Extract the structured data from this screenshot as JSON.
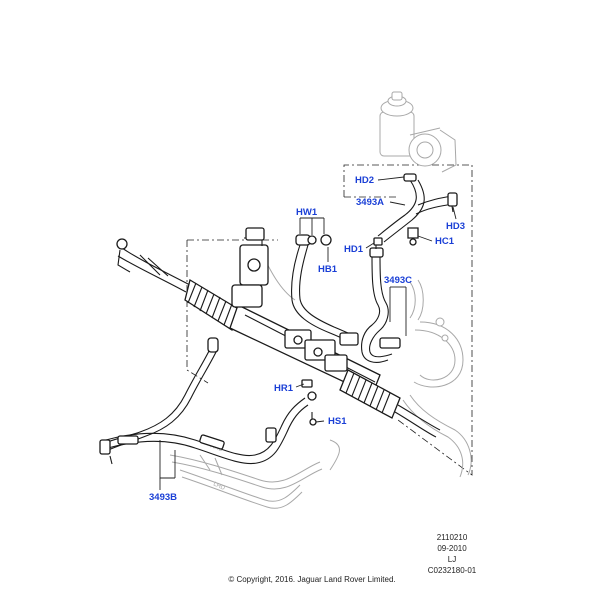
{
  "callouts": {
    "hd2": "HD2",
    "p3493a": "3493A",
    "hd3": "HD3",
    "hw1": "HW1",
    "hd1": "HD1",
    "hc1": "HC1",
    "hb1": "HB1",
    "p3493c": "3493C",
    "hr1": "HR1",
    "hs1": "HS1",
    "p3493b": "3493B"
  },
  "meta": {
    "code1": "2110210",
    "date": "09-2010",
    "initials": "LJ",
    "ref": "C0232180-01",
    "copyright": "© Copyright, 2016. Jaguar Land Rover Limited."
  },
  "colors": {
    "callout": "#1a3fd6",
    "line": "#1a1a1a",
    "ghost": "#a8a8a8"
  }
}
